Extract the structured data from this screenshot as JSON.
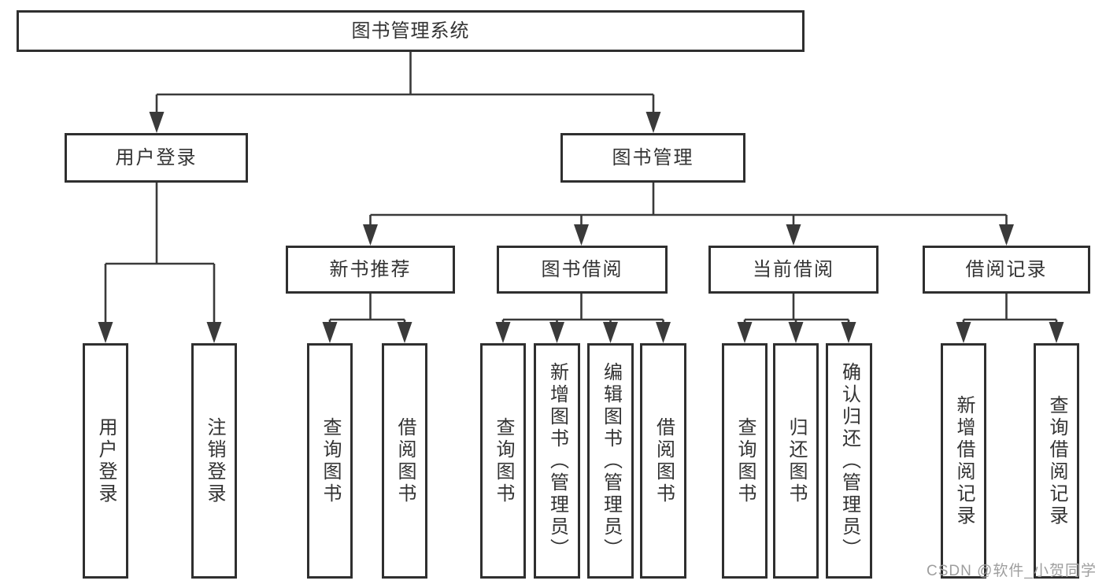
{
  "diagram": {
    "tree": {
      "label": "图书管理系统",
      "children": [
        {
          "label": "用户登录",
          "children": [
            {
              "label": "用户登录"
            },
            {
              "label": "注销登录"
            }
          ]
        },
        {
          "label": "图书管理",
          "children": [
            {
              "label": "新书推荐",
              "children": [
                {
                  "label": "查询图书"
                },
                {
                  "label": "借阅图书"
                }
              ]
            },
            {
              "label": "图书借阅",
              "children": [
                {
                  "label": "查询图书"
                },
                {
                  "label": "新增图书（管理员）"
                },
                {
                  "label": "编辑图书（管理员）"
                },
                {
                  "label": "借阅图书"
                }
              ]
            },
            {
              "label": "当前借阅",
              "children": [
                {
                  "label": "查询图书"
                },
                {
                  "label": "归还图书"
                },
                {
                  "label": "确认归还（管理员）"
                }
              ]
            },
            {
              "label": "借阅记录",
              "children": [
                {
                  "label": "新增借阅记录"
                },
                {
                  "label": "查询借阅记录"
                }
              ]
            }
          ]
        }
      ]
    },
    "watermark": {
      "text": "CSDN @软件_小贺同学"
    },
    "colors": {
      "line_color": "#3a3a3a",
      "border_color": "#2f2f2f",
      "text_color": "#333333",
      "watermark_color": "#9e9e9e",
      "bg_color": "#ffffff"
    }
  }
}
